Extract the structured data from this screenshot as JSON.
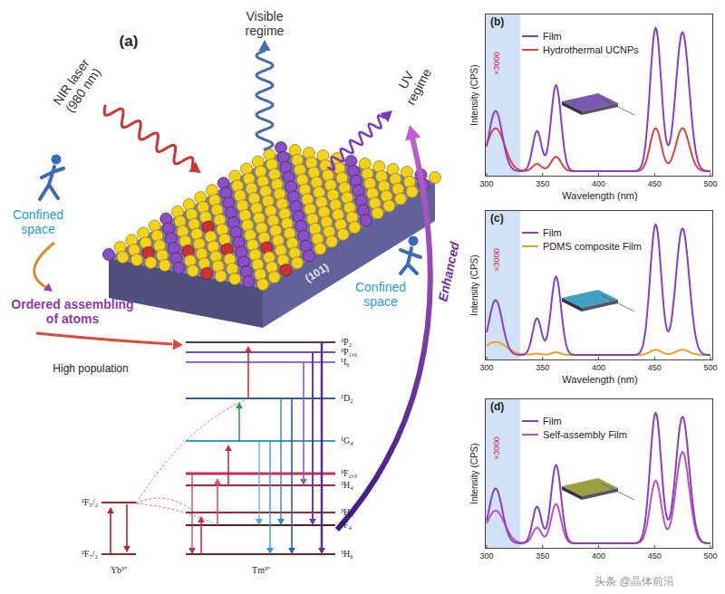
{
  "diagram": {
    "nodes": [
      {
        "text": [
          "(b)"
        ]
      },
      {
        "text": [
          "(c)"
        ]
      },
      {
        "text": [
          "(d)"
        ]
      }
    ],
    "labels": [
      "(a)",
      "NIR laser (980 nm)",
      "Visible regime",
      "UV regime",
      "Confined space",
      "Confined space",
      "Ordered assembling of atoms",
      "(101)",
      "Enhanced",
      "High population",
      "³P₂",
      "³P₁,₀",
      "¹I₆",
      "¹D₂",
      "¹G₄",
      "³F₂,₃",
      "³H₄",
      "³H₅",
      "³F₄",
      "³H₆",
      "²F₅/₂",
      "²F₇/₂",
      "Yb³⁺",
      "Tm³⁺",
      "Intensity (CPS)",
      "×3000",
      "300",
      "350",
      "400",
      "450",
      "500",
      "Wavelength (nm)",
      "Intensity (CPS)",
      "×3000",
      "300",
      "350",
      "400",
      "450",
      "500",
      "Wavelength (nm)",
      "Intensity (CPS)",
      "×3000",
      "300",
      "350",
      "400",
      "450",
      "500",
      "头条 @晶体前沿"
    ],
    "legend": [
      {
        "text": "Film"
      },
      {
        "text": "Hydrothermal UCNPs"
      },
      {
        "text": "Film"
      },
      {
        "text": "PDMS composite Film"
      },
      {
        "text": "Film"
      },
      {
        "text": "Self-assembly Film"
      }
    ]
  }
}
